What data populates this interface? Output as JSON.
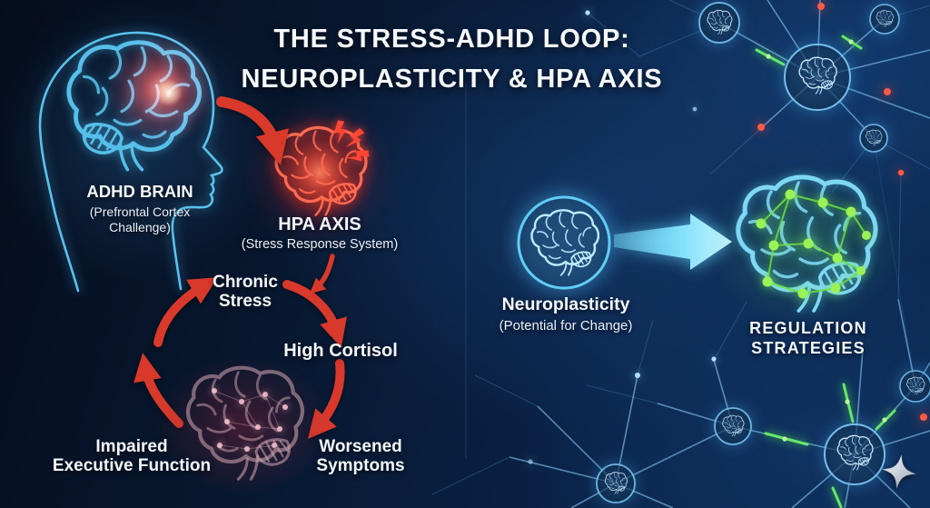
{
  "title": {
    "line1": "THE STRESS-ADHD LOOP:",
    "line2": "NEUROPLASTICITY & HPA AXIS"
  },
  "adhd": {
    "label": "ADHD BRAIN",
    "sublabel": "(Prefrontal Cortex Challenge)"
  },
  "hpa": {
    "label": "HPA AXIS",
    "sublabel": "(Stress Response System)"
  },
  "cycle": {
    "chronic": {
      "line1": "Chronic",
      "line2": "Stress"
    },
    "cortisol": {
      "label": "High Cortisol"
    },
    "worsened": {
      "line1": "Worsened",
      "line2": "Symptoms"
    },
    "impaired": {
      "line1": "Impaired",
      "line2": "Executive Function"
    }
  },
  "neuro": {
    "label": "Neuroplasticity",
    "sublabel": "(Potential for Change)"
  },
  "regulation": {
    "line1": "REGULATION",
    "line2": "STRATEGIES"
  },
  "icons": {
    "adhd_head": "head-profile-brain-icon",
    "hpa_brain": "stressed-red-brain-icon",
    "lightning_bolts": "lightning-bolts-icon",
    "cycle_brain": "strained-brain-icon",
    "neuro_brain": "brain-in-circle-icon",
    "regulation_brain": "brain-green-network-icon",
    "network_nodes": "brain-network-node-icon",
    "red_arrow": "red-curved-arrow-icon",
    "cyan_arrow": "cyan-transform-arrow-icon",
    "sparkle": "four-point-sparkle-icon"
  },
  "colors": {
    "background_dark": "#060f20",
    "background_blue": "#0c2a55",
    "cyan": "#5bc8f2",
    "red": "#d8392b",
    "green": "#7fe24e",
    "white_text": "#f3f7fb"
  }
}
